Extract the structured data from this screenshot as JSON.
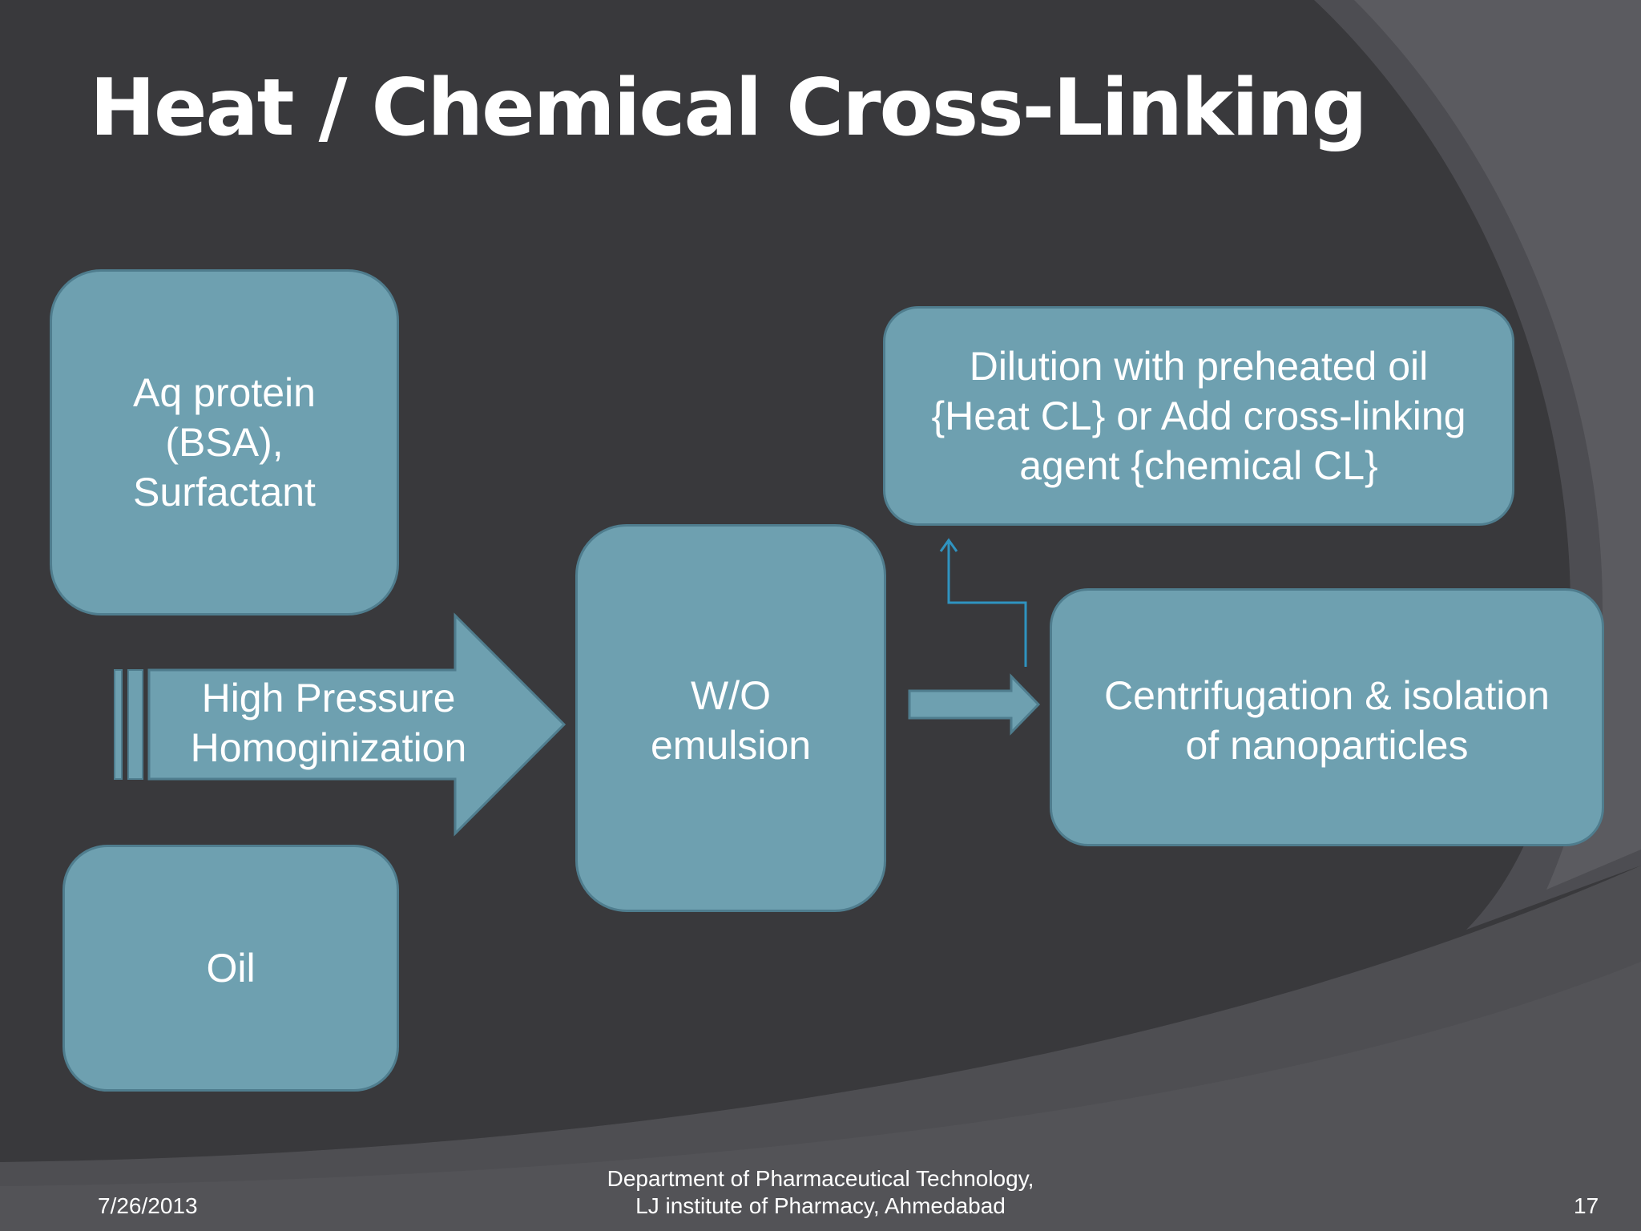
{
  "slide": {
    "title": "Heat / Chemical Cross-Linking"
  },
  "diagram": {
    "boxes": {
      "aq_protein": "Aq protein (BSA), Surfactant",
      "oil": "Oil",
      "wo_emulsion": "W/O emulsion",
      "dilution": "Dilution with preheated oil {Heat CL} or Add cross-linking agent {chemical CL}",
      "centrifugation": "Centrifugation & isolation of nanoparticles"
    },
    "arrow_label": "High Pressure Homoginization"
  },
  "footer": {
    "date": "7/26/2013",
    "department": "Department of Pharmaceutical Technology,",
    "institute": "LJ institute of Pharmacy, Ahmedabad",
    "page_number": "17"
  },
  "colors": {
    "background": "#39393c",
    "box_fill": "#6ea0b0",
    "box_border": "#4f7d8e",
    "connector": "#2f93c0"
  }
}
